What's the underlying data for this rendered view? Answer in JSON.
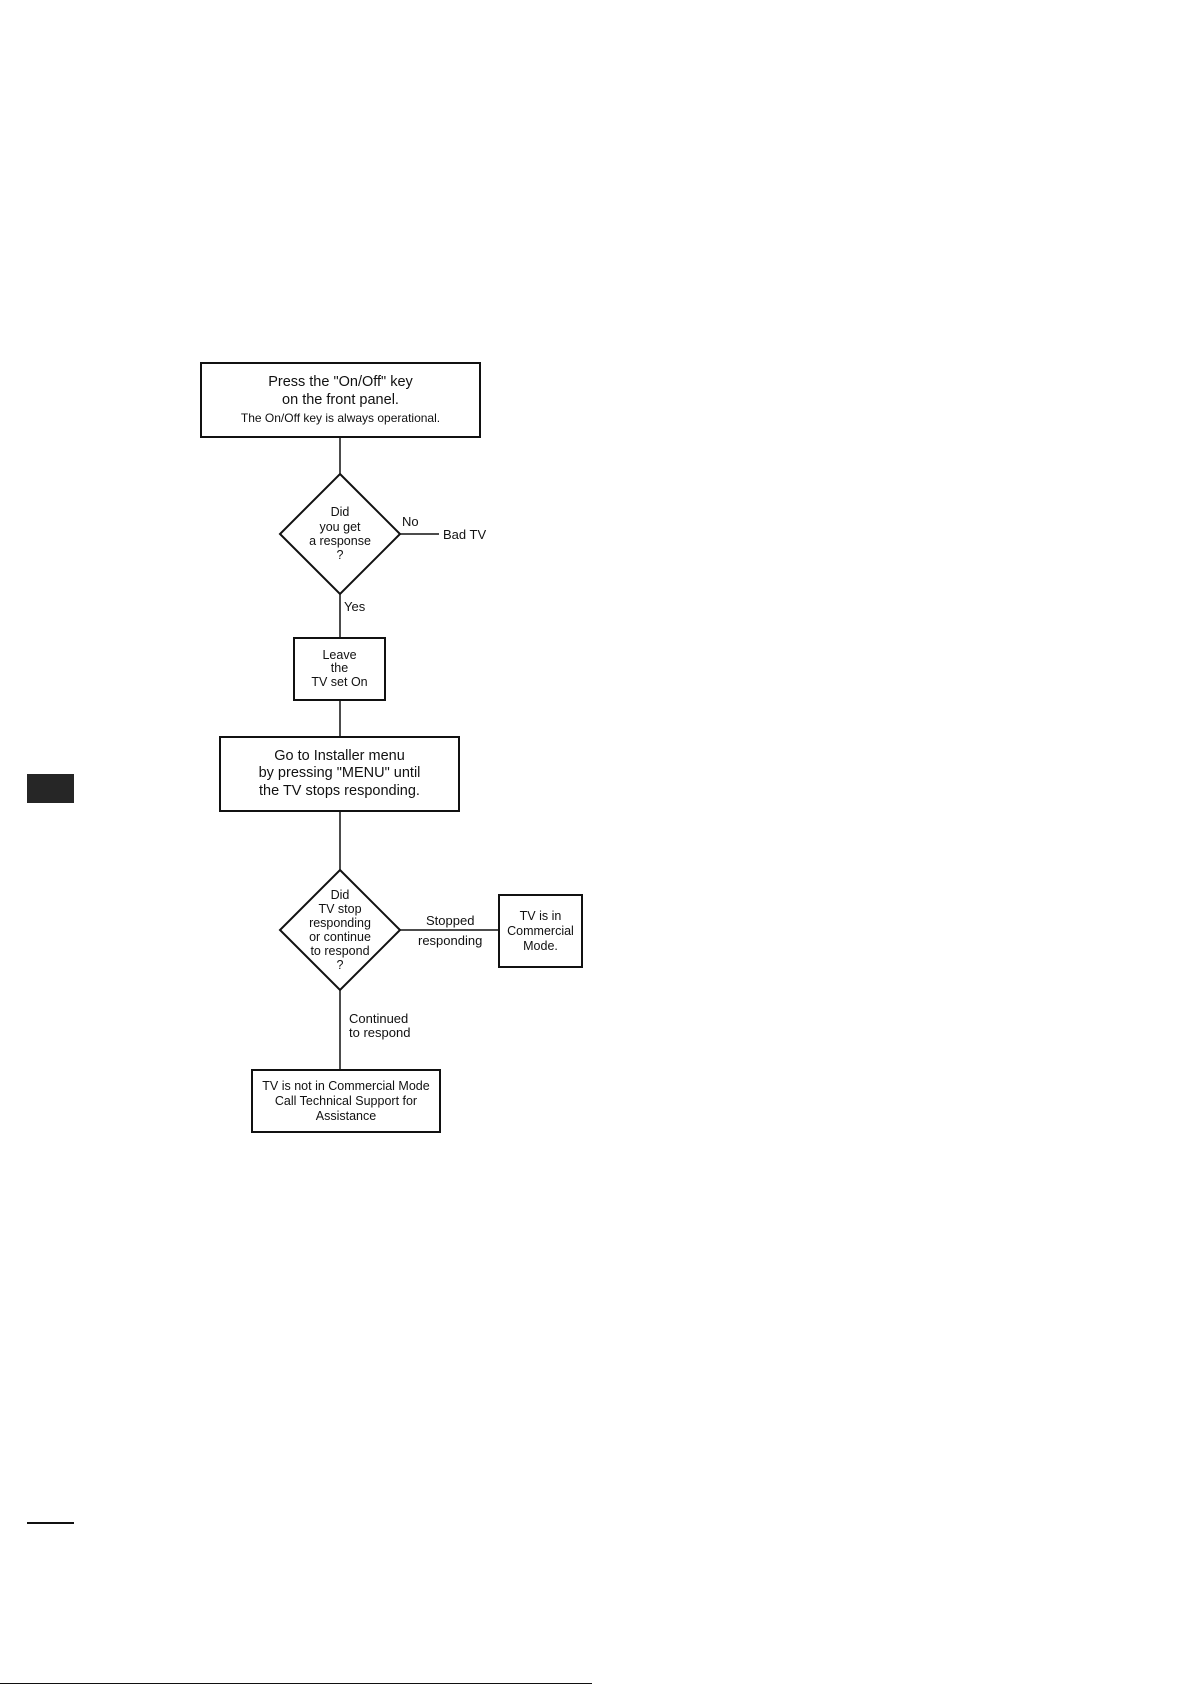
{
  "flowchart": {
    "press_key": {
      "lines": [
        "Press the \"On/Off\" key",
        "on the front panel."
      ],
      "note": "The On/Off key is always operational."
    },
    "response_decision": {
      "lines": [
        "Did",
        "you get",
        "a response",
        "?"
      ]
    },
    "no_label": "No",
    "bad_tv": "Bad TV",
    "yes_label": "Yes",
    "leave_on": {
      "lines": [
        "Leave",
        "the",
        "TV set On"
      ]
    },
    "installer_menu": {
      "lines": [
        "Go to Installer menu",
        "by pressing \"MENU\" until",
        "the TV stops responding."
      ]
    },
    "stop_decision": {
      "lines": [
        "Did",
        "TV stop",
        "responding",
        "or continue",
        "to respond",
        "?"
      ]
    },
    "stopped_label": {
      "lines": [
        "Stopped",
        "responding"
      ]
    },
    "commercial_mode": {
      "lines": [
        "TV is in",
        "Commercial",
        "Mode."
      ]
    },
    "continued_label": {
      "lines": [
        "Continued",
        "to respond"
      ]
    },
    "not_commercial": {
      "lines": [
        "TV is not in Commercial Mode",
        "Call Technical Support for",
        "Assistance"
      ]
    }
  },
  "colors": {
    "ink": "#111111",
    "tab": "#262626",
    "background": "#ffffff"
  }
}
